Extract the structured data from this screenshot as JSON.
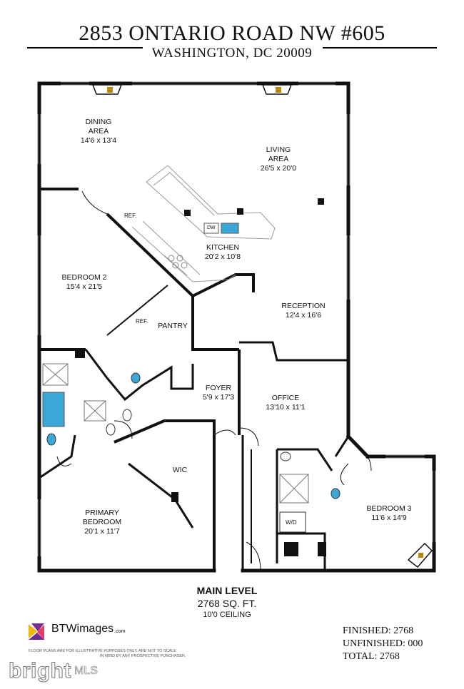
{
  "header": {
    "address": "2853 ONTARIO ROAD NW #605",
    "city": "WASHINGTON, DC 20009"
  },
  "rooms": {
    "dining": {
      "name1": "DINING",
      "name2": "AREA",
      "size": "14'6 x 13'4"
    },
    "living": {
      "name1": "LIVING",
      "name2": "AREA",
      "size": "26'5 x 20'0"
    },
    "kitchen": {
      "name": "KITCHEN",
      "size": "20'2 x 10'8"
    },
    "bedroom2": {
      "name": "BEDROOM 2",
      "size": "15'4 x 21'5"
    },
    "reception": {
      "name": "RECEPTION",
      "size": "12'4 x 16'6"
    },
    "pantry": {
      "name": "PANTRY"
    },
    "foyer": {
      "name": "FOYER",
      "size": "5'9 x 17'3"
    },
    "office": {
      "name": "OFFICE",
      "size": "13'10 x 11'1"
    },
    "wic": {
      "name": "WIC"
    },
    "bedroom3": {
      "name": "BEDROOM 3",
      "size": "11'6 x 14'9"
    },
    "primary": {
      "name1": "PRIMARY",
      "name2": "BEDROOM",
      "size": "20'1 x 11'7"
    }
  },
  "fixtures": {
    "ref1": "REF.",
    "ref2": "REF.",
    "dw": "DW",
    "wd": "W/D"
  },
  "level": {
    "name": "MAIN LEVEL",
    "sqft": "2768 SQ. FT.",
    "ceiling": "10'0 CEILING"
  },
  "totals": {
    "finished": "FINISHED: 2768",
    "unfinished": "UNFINISHED: 000",
    "total": "TOTAL: 2768"
  },
  "branding": {
    "logo_text": "BTWimages",
    "logo_suffix": ".com",
    "disclaimer_1": "FLOOR PLANS ARE FOR ILLUSTRATIVE PURPOSES ONLY. ARE NOT TO SCALE",
    "disclaimer_2": "IN MIND BY ANY PROSPECTIVE PURCHASER.",
    "mls_word": "bright",
    "mls_badge": "MLS"
  },
  "colors": {
    "wall": "#111111",
    "pool_water": "#3aa7d8",
    "logo_purple": "#7b2d8e",
    "logo_yellow": "#f2b705"
  }
}
